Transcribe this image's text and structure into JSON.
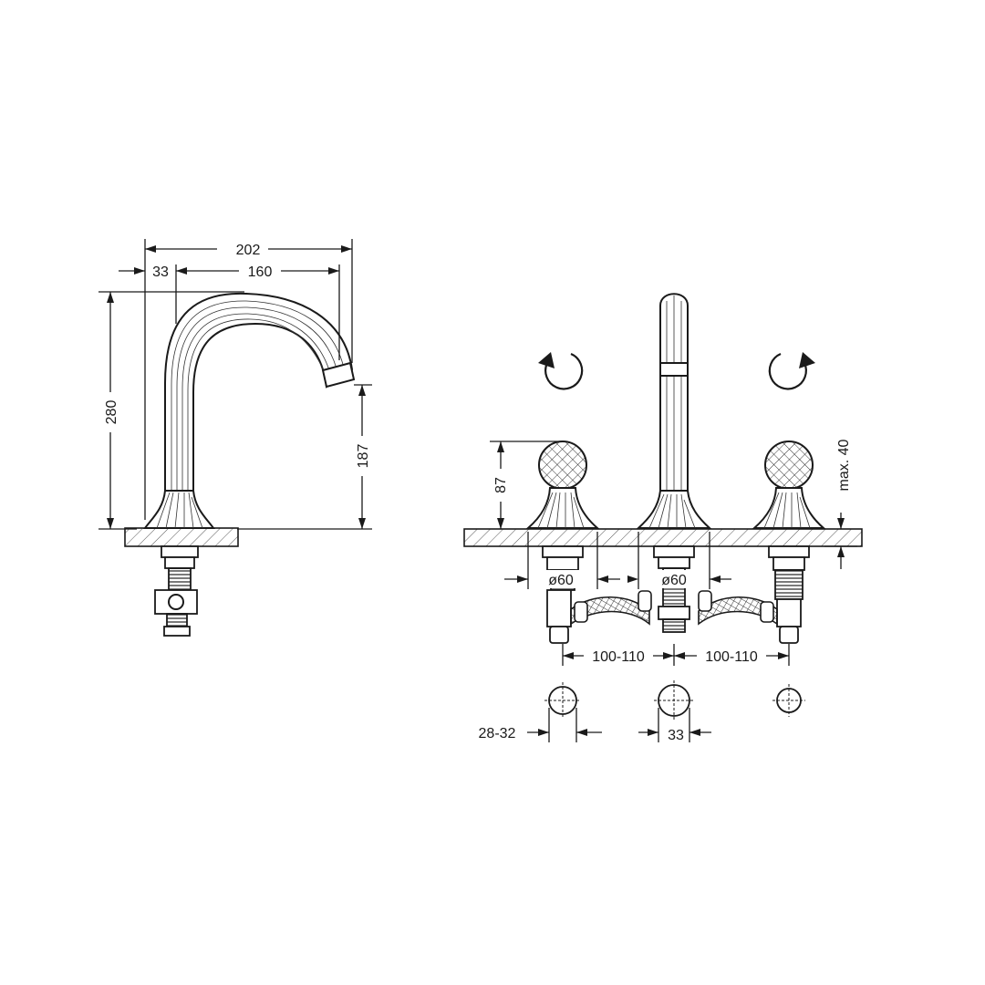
{
  "dimensions": {
    "spout_total_width": "202",
    "spout_offset": "33",
    "spout_reach": "160",
    "spout_total_height": "280",
    "spout_outlet_height": "187",
    "handle_height": "87",
    "deck_max_thickness": "max. 40",
    "handle_base_diameter": "ø60",
    "spout_base_diameter": "ø60",
    "spacing_left": "100-110",
    "spacing_right": "100-110",
    "hole_diameter_side": "28-32",
    "hole_diameter_center": "33"
  }
}
